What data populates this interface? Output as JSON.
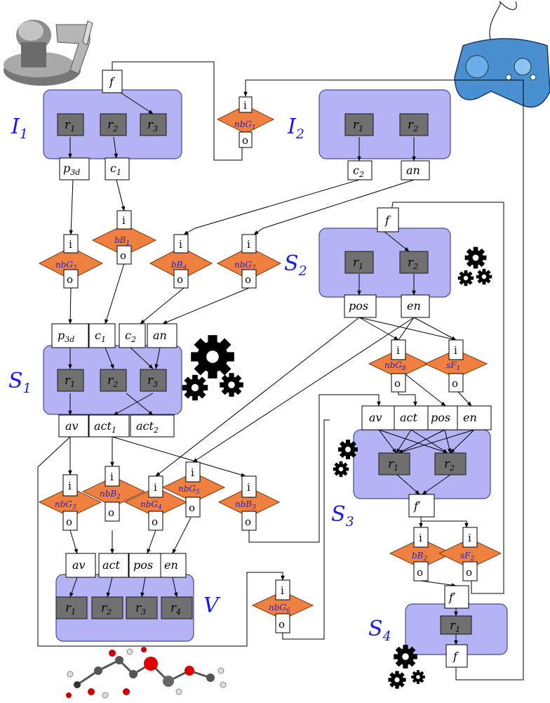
{
  "labels": {
    "I1": "I",
    "I1_sub": "1",
    "I2": "I",
    "I2_sub": "2",
    "S1": "S",
    "S1_sub": "1",
    "S2": "S",
    "S2_sub": "2",
    "S3": "S",
    "S3_sub": "3",
    "S4": "S",
    "S4_sub": "4",
    "V": "V"
  },
  "regs": {
    "r": "r",
    "s1": "1",
    "s2": "2",
    "s3": "3",
    "s4": "4"
  },
  "ports": {
    "f": "f",
    "p3d": "p",
    "p3d_sub": "3d",
    "c": "c",
    "c1_sub": "1",
    "c2_sub": "2",
    "an": "an",
    "pos": "pos",
    "en": "en",
    "av": "av",
    "act": "act",
    "act1_sub": "1",
    "act2_sub": "2",
    "fprime": "f′"
  },
  "io": {
    "i": "i",
    "o": "o"
  },
  "diamonds": {
    "nbG1": "nbG",
    "nbG1_sub": "1",
    "nbG2": "nbG",
    "nbG2_sub": "2",
    "bB1": "bB",
    "bB1_sub": "1",
    "bB4": "bB",
    "bB4_sub": "4",
    "nbG7": "nbG",
    "nbG7_sub": "7",
    "nbG8": "nbG",
    "nbG8_sub": "8",
    "sF1": "sF",
    "sF1_sub": "1",
    "nbG3": "nbG",
    "nbG3_sub": "3",
    "nbB2": "nbB",
    "nbB2_sub": "2",
    "nbG4": "nbG",
    "nbG4_sub": "4",
    "nbG5": "nbG",
    "nbG5_sub": "5",
    "nbB3": "nbB",
    "nbB3_sub": "3",
    "bB2": "bB",
    "bB2_sub": "2",
    "sF2": "sF",
    "sF2_sub": "2",
    "nbG6": "nbG",
    "nbG6_sub": "6"
  },
  "icons": [
    "haptic-device-icon",
    "gamepad-icon",
    "gears-icon",
    "molecule-icon"
  ]
}
